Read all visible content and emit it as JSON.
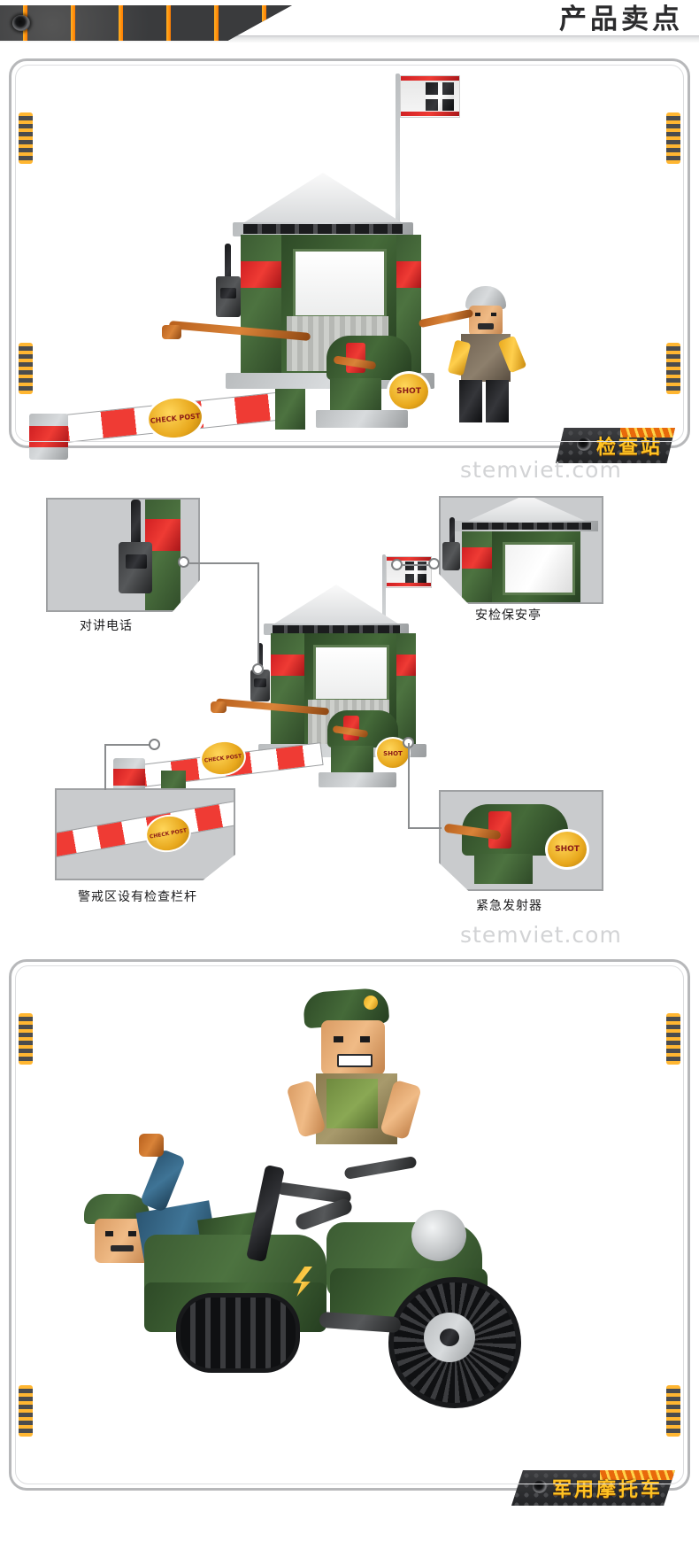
{
  "header": {
    "title": "产品卖点",
    "tag_icon": "bullet-hole-icon"
  },
  "panels": [
    {
      "id": "checkpoint",
      "nameplate": "检查站",
      "watermark": "stemviet.com",
      "scene": "lego-checkpoint-guard-house-with-barrier-and-soldier"
    },
    {
      "id": "features",
      "watermark": "stemviet.com",
      "callouts": [
        {
          "id": "walkie-talkie",
          "caption": "对讲电话",
          "position": "top-left"
        },
        {
          "id": "guard-booth",
          "caption": "安检保安亭",
          "position": "top-right"
        },
        {
          "id": "barrier-gate",
          "caption": "警戒区设有检查栏杆",
          "position": "bottom-left"
        },
        {
          "id": "emergency-launcher",
          "caption": "紧急发射器",
          "position": "bottom-right"
        }
      ]
    },
    {
      "id": "motorcycle",
      "nameplate": "军用摩托车",
      "scene": "lego-military-motorcycle-with-sidecar-and-two-soldiers"
    }
  ],
  "labels": {
    "check_post": "CHECK POST",
    "shot": "SHOT"
  },
  "colors": {
    "accent_orange": "#ffb224",
    "accent_yellow": "#ffc324",
    "panel_border": "#b7b8ba",
    "dark_metal": "#3a3b3d",
    "lego_green": "#4d7340",
    "lego_red": "#ef3b34",
    "watermark_grey": "#d2d3d5"
  }
}
